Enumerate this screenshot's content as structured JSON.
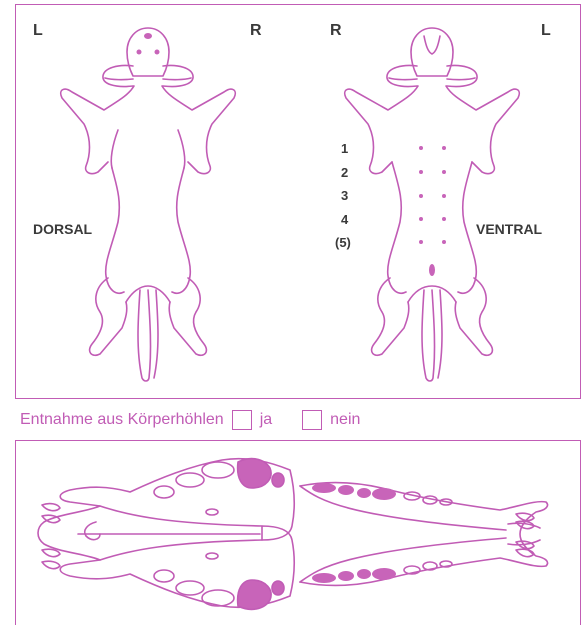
{
  "labels": {
    "left_top_L": "L",
    "left_top_R": "R",
    "right_top_R": "R",
    "right_top_L": "L",
    "dorsal": "DORSAL",
    "ventral": "VENTRAL",
    "teats": [
      "1",
      "2",
      "3",
      "4",
      "(5)"
    ]
  },
  "caption": {
    "text": "Entnahme aus Körperhöhlen",
    "option_yes": "ja",
    "option_no": "nein"
  },
  "colors": {
    "line": "#c15cb5",
    "fill": "#c864b9",
    "text": "#3a3a3a"
  },
  "icons": [
    "dog-dorsal-outline",
    "dog-ventral-outline",
    "skull-upper-jaw",
    "mandible-lower-jaw"
  ]
}
